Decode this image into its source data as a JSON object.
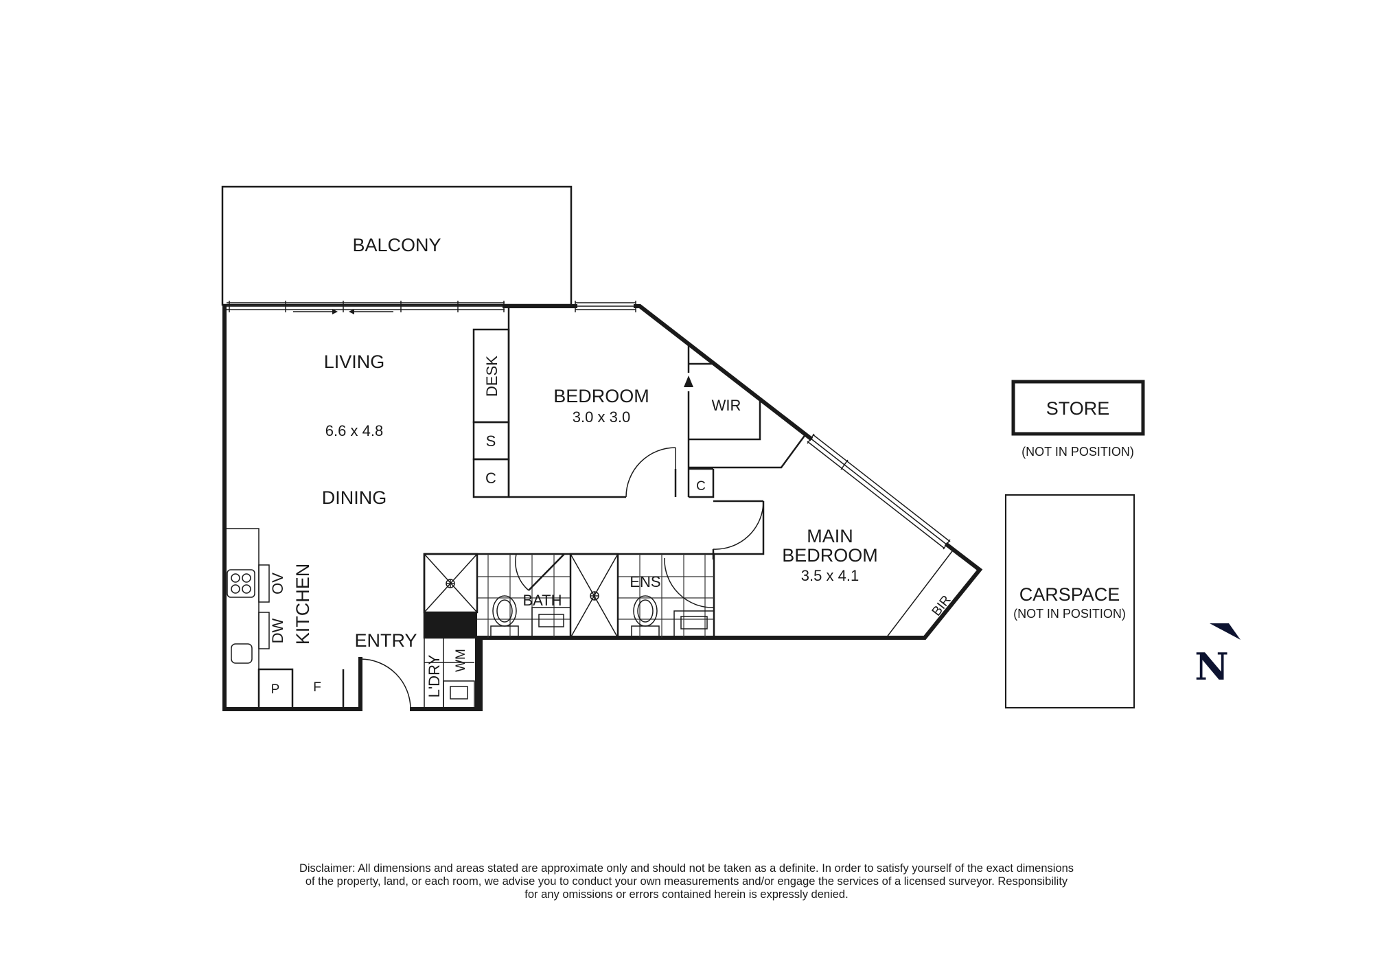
{
  "rooms": {
    "balcony": {
      "name": "BALCONY"
    },
    "living": {
      "name": "LIVING",
      "dimensions": "6.6 x 4.8"
    },
    "dining": {
      "name": "DINING"
    },
    "kitchen": {
      "name": "KITCHEN",
      "fixtures": {
        "oven": "OV",
        "dishwasher": "DW",
        "pantry": "P",
        "fridge": "F"
      }
    },
    "entry": {
      "name": "ENTRY"
    },
    "bedroom": {
      "name": "BEDROOM",
      "dimensions": "3.0 x 3.0"
    },
    "desk": {
      "name": "DESK"
    },
    "shelf": {
      "name": "S"
    },
    "cupboard_1": {
      "name": "C"
    },
    "cupboard_2": {
      "name": "C"
    },
    "wir": {
      "name": "WIR"
    },
    "main_bedroom": {
      "name_line1": "MAIN",
      "name_line2": "BEDROOM",
      "dimensions": "3.5 x 4.1"
    },
    "bir": {
      "name": "BIR"
    },
    "bath": {
      "name": "BATH"
    },
    "ensuite": {
      "name": "ENS"
    },
    "laundry": {
      "name": "L'DRY",
      "fixture": "WM"
    }
  },
  "external": {
    "store": {
      "name": "STORE",
      "note": "(NOT IN POSITION)"
    },
    "carspace": {
      "name": "CARSPACE",
      "note": "(NOT IN POSITION)"
    }
  },
  "compass": {
    "label": "N",
    "icon": "north-arrow-icon",
    "color": "#0d1330"
  },
  "disclaimer": {
    "line1": "Disclaimer: All dimensions and areas stated are approximate only and should not be taken as a definite. In order to satisfy yourself of the exact dimensions",
    "line2": "of the property, land, or each room, we advise you to conduct your own measurements and/or engage the services of a licensed surveyor. Responsibility",
    "line3": "for any omissions or errors contained herein is expressly denied."
  }
}
